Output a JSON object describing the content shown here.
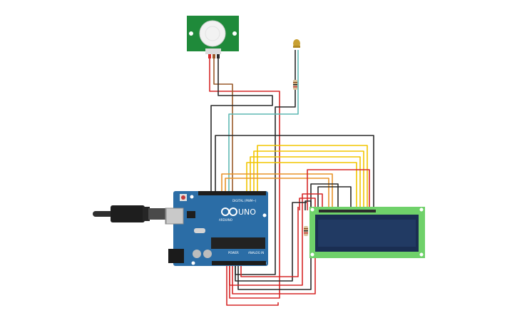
{
  "board": {
    "logo": "UNO",
    "brand": "ARDUINO",
    "digital_label": "DIGITAL (PWM~)",
    "power_label": "POWER",
    "analog_label": "ANALOG IN",
    "color": "#2b6da6"
  },
  "pir": {
    "color": "#1f8a3a",
    "dome_color": "#f2f2f2"
  },
  "lcd": {
    "pcb_color": "#6fd16a",
    "screen_color": "#213a63"
  },
  "wire_colors": {
    "red": "#d62828",
    "black": "#2a2a2a",
    "orange": "#e8932a",
    "yellow": "#f2c500",
    "teal": "#5fb9b4",
    "brown": "#9a5a2a"
  }
}
